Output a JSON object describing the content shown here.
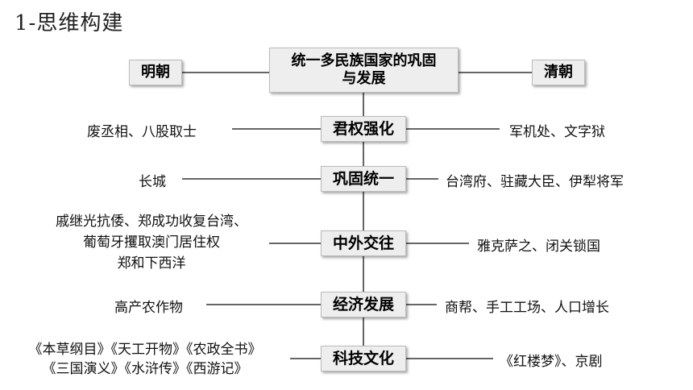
{
  "title": "1-思维构建",
  "center": {
    "line1": "统一多民族国家的巩固",
    "line2": "与发展"
  },
  "left_dynasty": "明朝",
  "right_dynasty": "清朝",
  "rows": [
    {
      "category": "君权强化",
      "left": [
        "废丞相、八股取士"
      ],
      "right": [
        "军机处、文字狱"
      ]
    },
    {
      "category": "巩固统一",
      "left": [
        "长城"
      ],
      "right": [
        "台湾府、驻藏大臣、伊犁将军"
      ]
    },
    {
      "category": "中外交往",
      "left": [
        "戚继光抗倭、郑成功收复台湾、",
        "葡萄牙攫取澳门居住权",
        "郑和下西洋"
      ],
      "right": [
        "雅克萨之、闭关锁国"
      ]
    },
    {
      "category": "经济发展",
      "left": [
        "高产农作物"
      ],
      "right": [
        "商帮、手工工场、人口增长"
      ]
    },
    {
      "category": "科技文化",
      "left": [
        "《本草纲目》《天工开物》《农政全书》",
        "《三国演义》《水浒传》《西游记》"
      ],
      "right": [
        "《红楼梦》、京剧"
      ]
    }
  ]
}
